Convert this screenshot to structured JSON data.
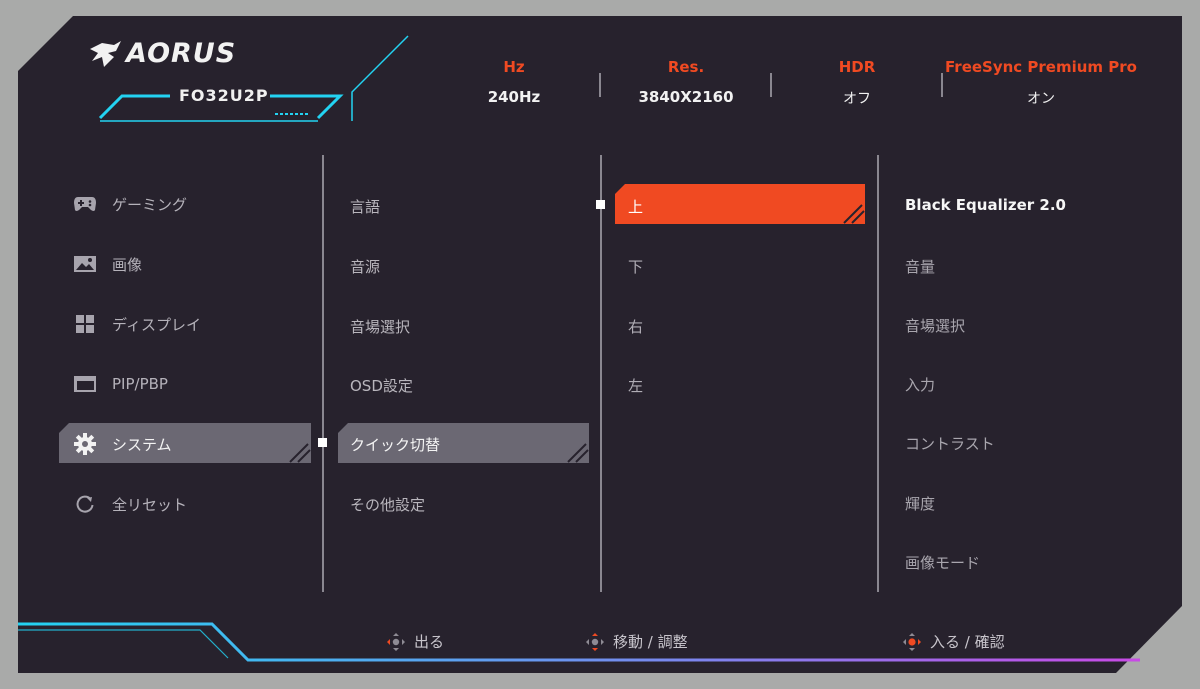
{
  "header": {
    "logo_text": "AORUS",
    "model": "FO32U2P",
    "stats": [
      {
        "label": "Hz",
        "value": "240Hz"
      },
      {
        "label": "Res.",
        "value": "3840X2160"
      },
      {
        "label": "HDR",
        "value": "オフ"
      },
      {
        "label": "FreeSync Premium Pro",
        "value": "オン"
      }
    ]
  },
  "main_menu": {
    "items": [
      {
        "label": "ゲーミング",
        "icon": "gamepad-icon"
      },
      {
        "label": "画像",
        "icon": "picture-icon"
      },
      {
        "label": "ディスプレイ",
        "icon": "display-grid-icon"
      },
      {
        "label": "PIP/PBP",
        "icon": "pip-icon"
      },
      {
        "label": "システム",
        "icon": "gear-icon"
      },
      {
        "label": "全リセット",
        "icon": "reset-icon"
      }
    ],
    "selected": "システム"
  },
  "sub_menu": {
    "items": [
      "言語",
      "音源",
      "音場選択",
      "OSD設定",
      "クイック切替",
      "その他設定"
    ],
    "selected": "クイック切替"
  },
  "direction_menu": {
    "items": [
      "上",
      "下",
      "右",
      "左"
    ],
    "selected": "上"
  },
  "function_list": {
    "items": [
      "Black Equalizer 2.0",
      "音量",
      "音場選択",
      "入力",
      "コントラスト",
      "輝度",
      "画像モード"
    ]
  },
  "footer": {
    "exit": "出る",
    "move": "移動 / 調整",
    "enter": "入る / 確認"
  },
  "colors": {
    "accent_orange": "#f04a22",
    "cyan": "#23d3f2",
    "magenta": "#d04ae6",
    "panel": "#27222d",
    "selection": "#6b6873"
  }
}
